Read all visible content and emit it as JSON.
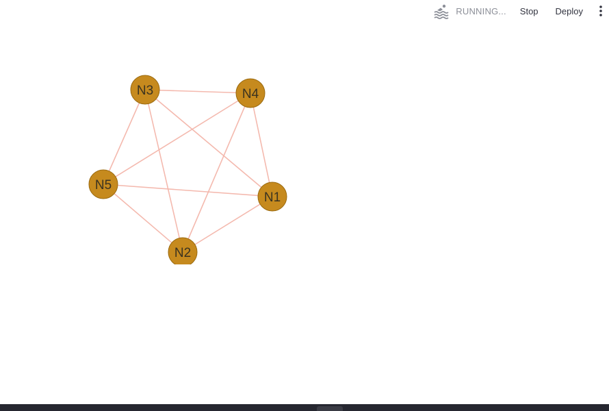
{
  "toolbar": {
    "status_text": "RUNNING...",
    "stop_label": "Stop",
    "deploy_label": "Deploy",
    "status_icon": "swimmer-icon",
    "menu_icon": "kebab-menu-icon"
  },
  "graph": {
    "node_color": "#c68a1e",
    "node_border": "#9a6a10",
    "edge_color": "#f4b9ae",
    "nodes": [
      {
        "id": "N1",
        "label": "N1"
      },
      {
        "id": "N2",
        "label": "N2"
      },
      {
        "id": "N3",
        "label": "N3"
      },
      {
        "id": "N4",
        "label": "N4"
      },
      {
        "id": "N5",
        "label": "N5"
      }
    ],
    "edges": [
      [
        "N1",
        "N2"
      ],
      [
        "N1",
        "N3"
      ],
      [
        "N1",
        "N4"
      ],
      [
        "N1",
        "N5"
      ],
      [
        "N2",
        "N3"
      ],
      [
        "N2",
        "N4"
      ],
      [
        "N2",
        "N5"
      ],
      [
        "N3",
        "N4"
      ],
      [
        "N3",
        "N5"
      ],
      [
        "N4",
        "N5"
      ]
    ]
  },
  "footer": {
    "background": "#262730"
  }
}
